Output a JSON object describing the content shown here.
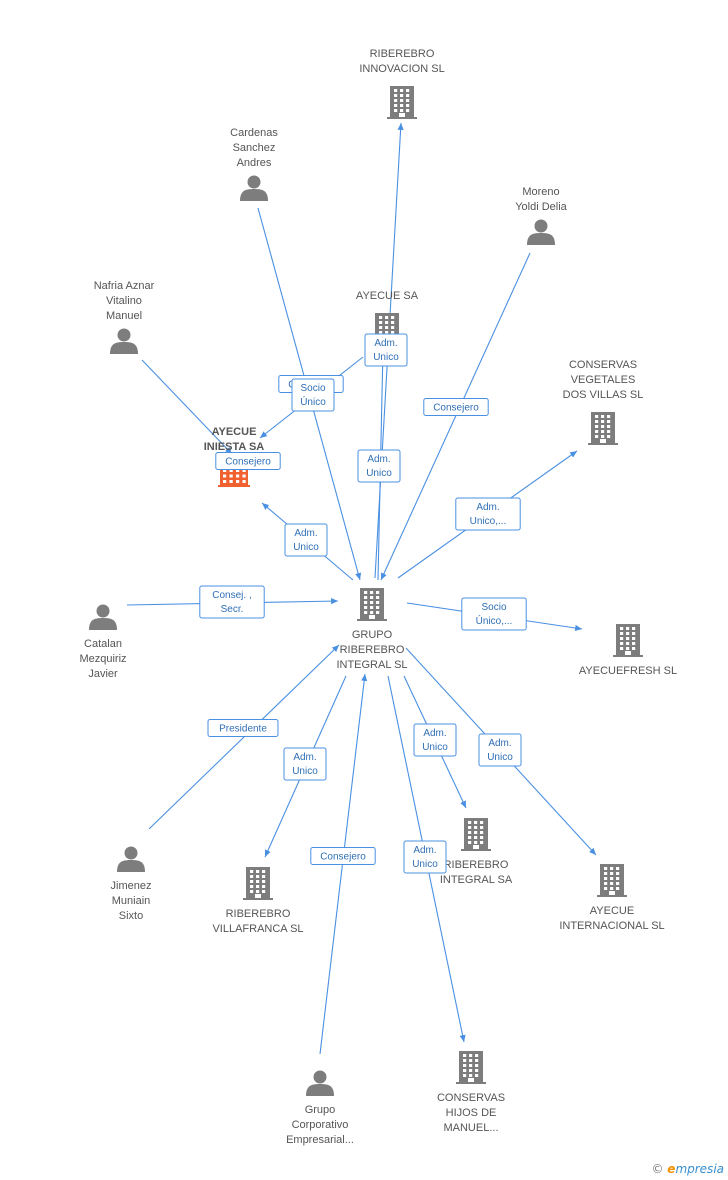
{
  "colors": {
    "edge": "#4a90e2",
    "node": "#7d7d7d",
    "focus_node": "#f0612f",
    "label": "#555555",
    "box_text": "#2f6fb5"
  },
  "nodes": [
    {
      "id": "ribinnov",
      "type": "company",
      "label": [
        "RIBEREBRO",
        "INNOVACION SL"
      ]
    },
    {
      "id": "cardenas",
      "type": "person",
      "label": [
        "Cardenas",
        "Sanchez",
        "Andres"
      ]
    },
    {
      "id": "moreno",
      "type": "person",
      "label": [
        "Moreno",
        "Yoldi Delia"
      ]
    },
    {
      "id": "nafria",
      "type": "person",
      "label": [
        "Nafria Aznar",
        "Vitalino",
        "Manuel"
      ]
    },
    {
      "id": "ayecuesa",
      "type": "company",
      "label": [
        "AYECUE SA"
      ]
    },
    {
      "id": "conservasveg",
      "type": "company",
      "label": [
        "CONSERVAS",
        "VEGETALES",
        "DOS VILLAS SL"
      ]
    },
    {
      "id": "ayecueiniesta",
      "type": "company",
      "focus": true,
      "label": [
        "AYECUE",
        "INIESTA SA"
      ]
    },
    {
      "id": "catalan",
      "type": "person",
      "label": [
        "Catalan",
        "Mezquiriz",
        "Javier"
      ]
    },
    {
      "id": "grupo",
      "type": "company",
      "label": [
        "GRUPO",
        "RIBEREBRO",
        "INTEGRAL  SL"
      ]
    },
    {
      "id": "ayecuefresh",
      "type": "company",
      "label": [
        "AYECUEFRESH SL"
      ]
    },
    {
      "id": "ribintegral",
      "type": "company",
      "label": [
        "RIBEREBRO",
        "INTEGRAL SA"
      ]
    },
    {
      "id": "ayecueint",
      "type": "company",
      "label": [
        "AYECUE",
        "INTERNACIONAL SL"
      ]
    },
    {
      "id": "jimenez",
      "type": "person",
      "label": [
        "Jimenez",
        "Muniain",
        "Sixto"
      ]
    },
    {
      "id": "ribvilla",
      "type": "company",
      "label": [
        "RIBEREBRO",
        "VILLAFRANCA SL"
      ]
    },
    {
      "id": "conshijos",
      "type": "company",
      "label": [
        "CONSERVAS",
        "HIJOS DE",
        "MANUEL..."
      ]
    },
    {
      "id": "grupocorp",
      "type": "person",
      "label": [
        "Grupo",
        "Corporativo",
        "Empresarial..."
      ]
    }
  ],
  "edges": [
    {
      "from": "grupo",
      "to": "ribinnov",
      "label": [
        "Adm.",
        "Unico"
      ]
    },
    {
      "from": "cardenas",
      "to": "grupo",
      "label": [
        "Consejero"
      ]
    },
    {
      "from": "moreno",
      "to": "grupo",
      "label": [
        "Consejero"
      ]
    },
    {
      "from": "nafria",
      "to": "ayecueiniesta",
      "label": [
        "Consejero"
      ]
    },
    {
      "from": "ayecuesa",
      "to": "ayecueiniesta",
      "label": [
        "Socio",
        "Único"
      ]
    },
    {
      "from": "grupo",
      "to": "ayecuesa",
      "label": [
        "Adm.",
        "Unico"
      ]
    },
    {
      "from": "grupo",
      "to": "ayecueiniesta",
      "label": [
        "Adm.",
        "Unico"
      ]
    },
    {
      "from": "grupo",
      "to": "conservasveg",
      "label": [
        "Adm.",
        "Unico,..."
      ]
    },
    {
      "from": "catalan",
      "to": "grupo",
      "label": [
        "Consej. ,",
        "Secr."
      ]
    },
    {
      "from": "grupo",
      "to": "ayecuefresh",
      "label": [
        "Socio",
        "Único,..."
      ]
    },
    {
      "from": "jimenez",
      "to": "grupo",
      "label": [
        "Presidente"
      ]
    },
    {
      "from": "grupo",
      "to": "ribvilla",
      "label": [
        "Adm.",
        "Unico"
      ]
    },
    {
      "from": "grupocorp",
      "to": "grupo",
      "label": [
        "Consejero"
      ]
    },
    {
      "from": "grupo",
      "to": "ribintegral",
      "label": [
        "Adm.",
        "Unico"
      ]
    },
    {
      "from": "grupo",
      "to": "ayecueint",
      "label": [
        "Adm.",
        "Unico"
      ]
    },
    {
      "from": "grupo",
      "to": "conshijos",
      "label": [
        "Adm.",
        "Unico"
      ]
    }
  ],
  "footer": {
    "copyright": "©",
    "brand_e": "e",
    "brand_rest": "mpresia"
  }
}
